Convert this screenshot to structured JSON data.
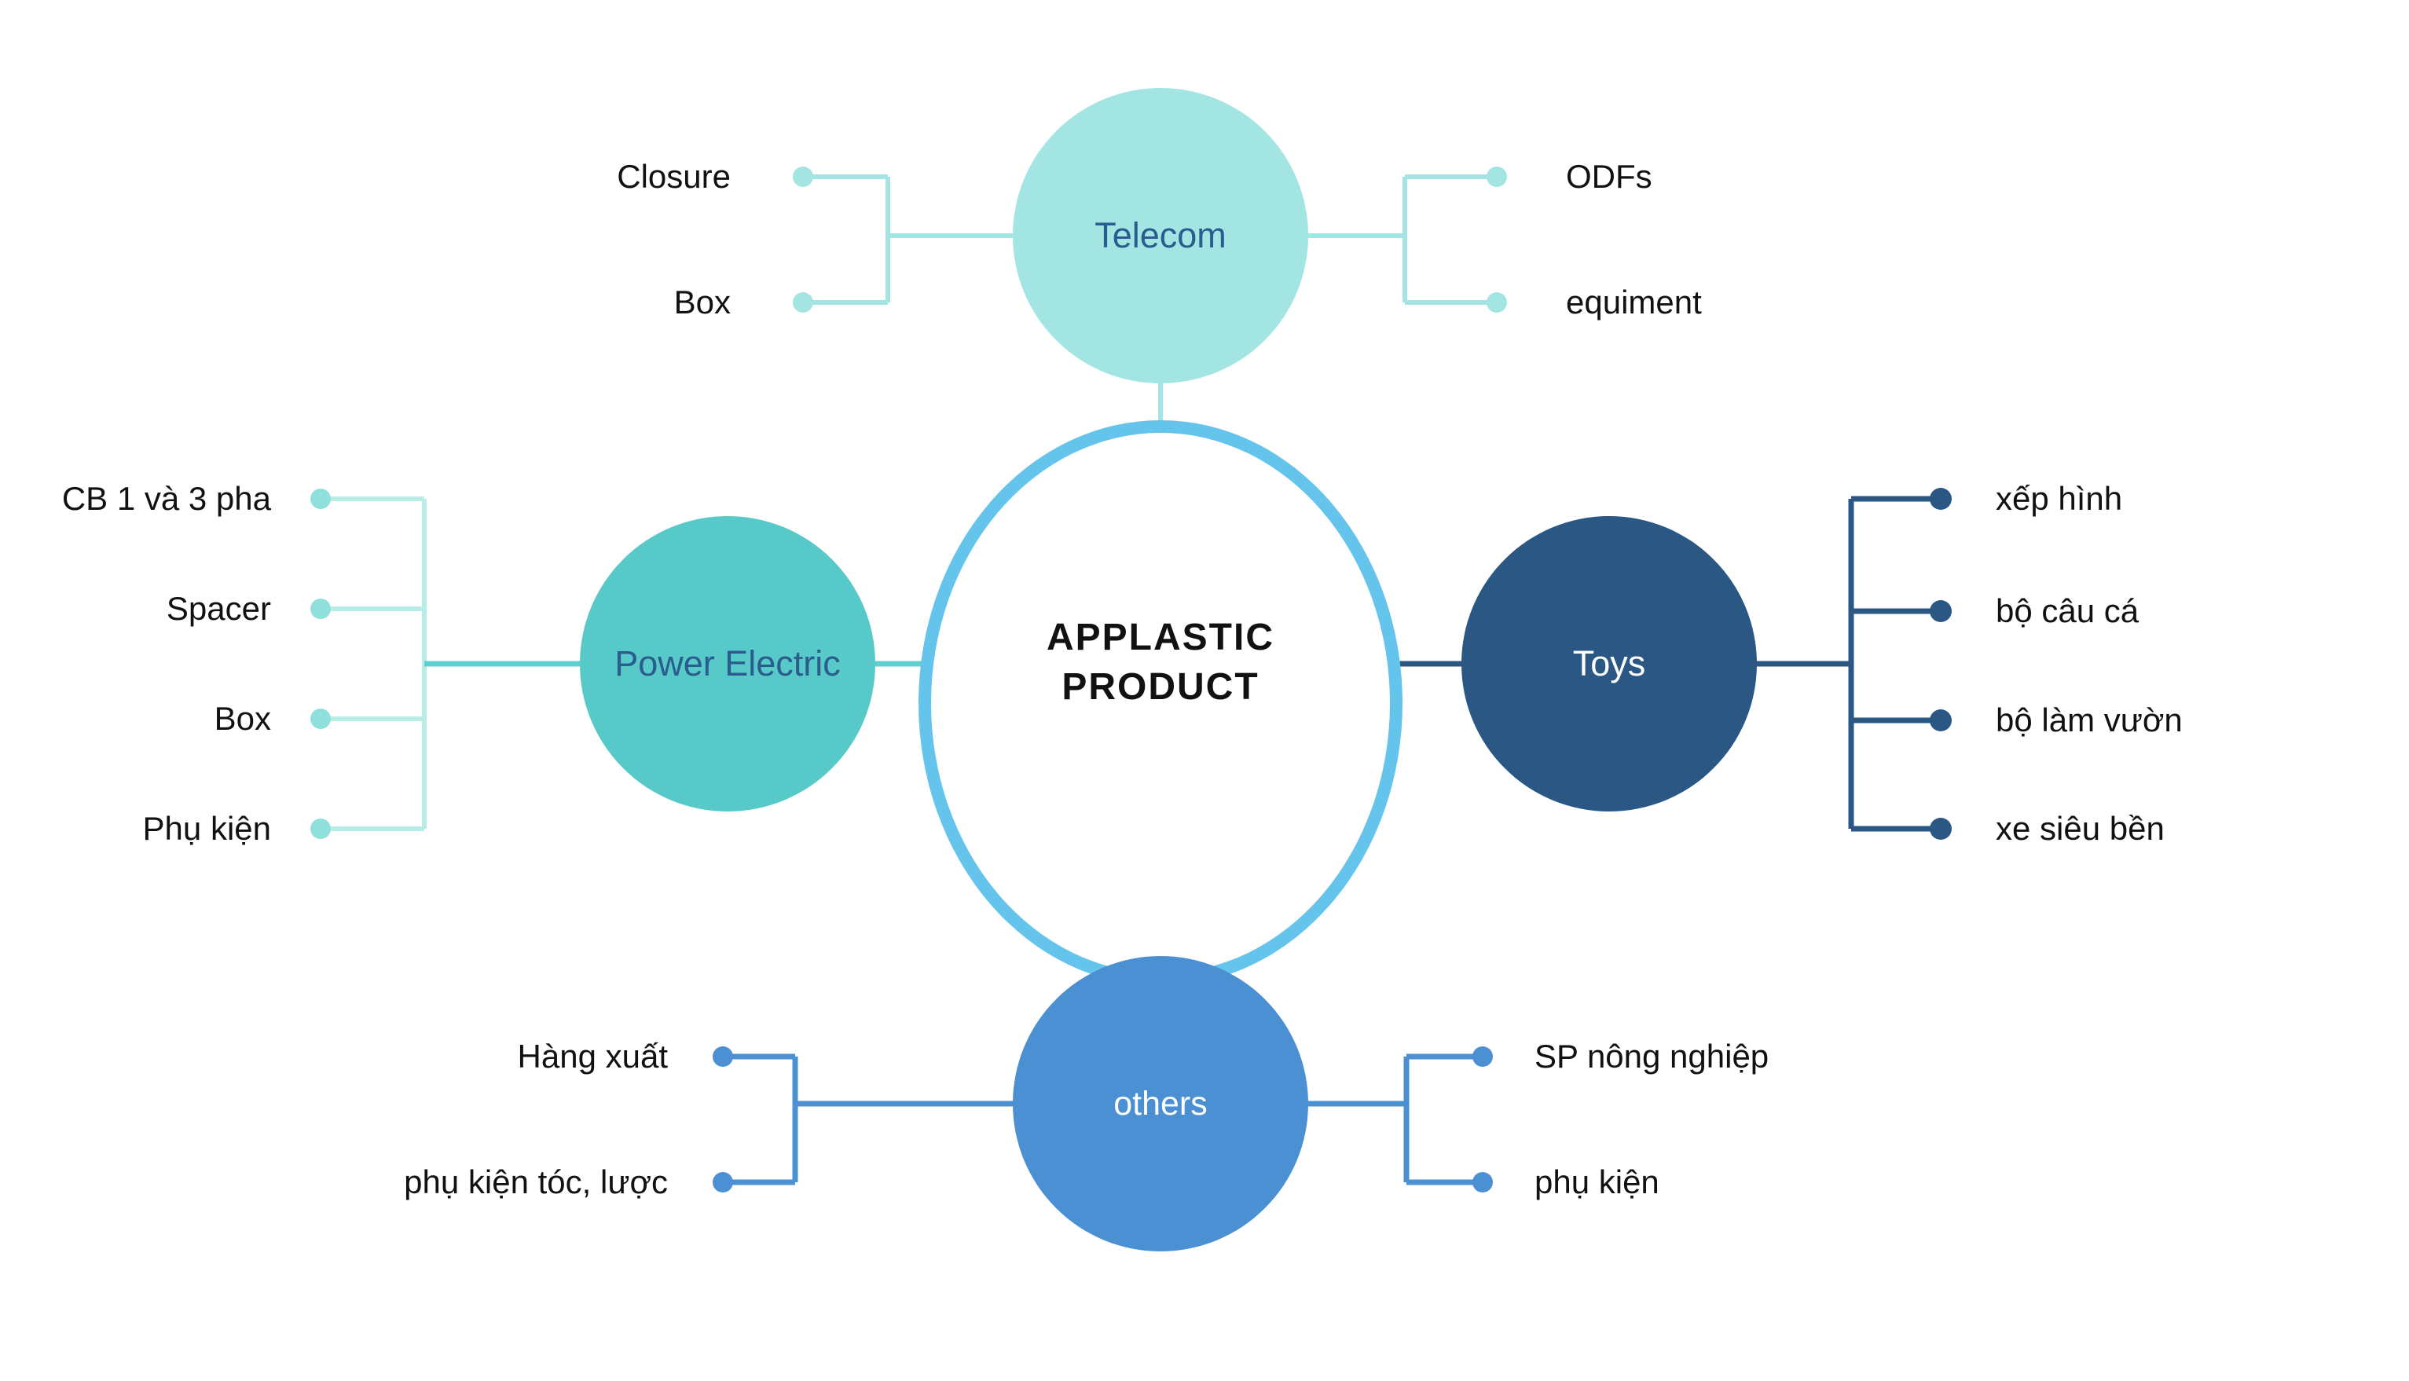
{
  "center": {
    "title": "APPLASTIC PRODUCT",
    "title_lines": [
      "APPLASTIC",
      "PRODUCT"
    ]
  },
  "branches": {
    "telecom": {
      "label": "Telecom",
      "left_items": [
        "Closure",
        "Box"
      ],
      "right_items": [
        "ODFs",
        "equiment"
      ]
    },
    "power_electric": {
      "label": "Power Electric",
      "items": [
        "CB 1 và 3 pha",
        "Spacer",
        "Box",
        "Phụ kiện"
      ]
    },
    "toys": {
      "label": "Toys",
      "items": [
        "xếp hình",
        "bộ câu cá",
        "bộ làm vườn",
        "xe siêu bền"
      ]
    },
    "others": {
      "label": "others",
      "left_items": [
        "Hàng xuất",
        "phụ kiện tóc, lược"
      ],
      "right_items": [
        "SP nông nghiệp",
        "phụ kiện"
      ]
    }
  },
  "colors": {
    "center_border": "#64c4ec",
    "center_text": "#111111",
    "telecom_fill": "#a3e5e3",
    "telecom_line": "#a3e5e3",
    "power_fill": "#58c9c9",
    "power_line": "#5ed0d0",
    "power_bracket": "#b8ece6",
    "power_dot": "#8fe0dc",
    "toys_fill": "#2b5784",
    "others_fill": "#4a90d2",
    "node_text_dark": "#2a5c8e",
    "node_text_light": "#ffffff",
    "leaf_text": "#111111"
  }
}
